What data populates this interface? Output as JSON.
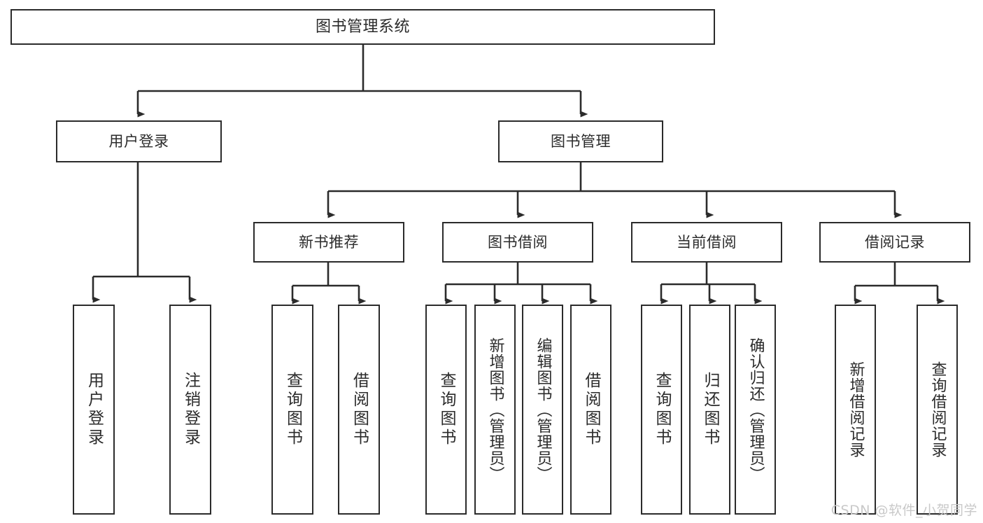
{
  "diagram": {
    "type": "tree-hierarchy",
    "title": "图书管理系统",
    "orientation": "top-down",
    "colors": {
      "border": "#2b2b2b",
      "fill": "#ffffff",
      "text": "#2b2b2b",
      "connector": "#2b2b2b",
      "watermark": "#c9c9c9"
    },
    "nodes": {
      "root": {
        "label": "图书管理系统"
      },
      "level2": [
        {
          "id": "user-login",
          "label": "用户登录"
        },
        {
          "id": "book-manage",
          "label": "图书管理"
        }
      ],
      "level3": [
        {
          "id": "new-book-rec",
          "label": "新书推荐"
        },
        {
          "id": "book-borrow",
          "label": "图书借阅"
        },
        {
          "id": "current-borrow",
          "label": "当前借阅"
        },
        {
          "id": "borrow-record",
          "label": "借阅记录"
        }
      ],
      "leaves": [
        {
          "id": "leaf-user-login",
          "label": "用户登录",
          "parent": "user-login"
        },
        {
          "id": "leaf-logout-login",
          "label": "注销登录",
          "parent": "user-login"
        },
        {
          "id": "leaf-query-book-1",
          "label": "查询图书",
          "parent": "new-book-rec"
        },
        {
          "id": "leaf-borrow-book-1",
          "label": "借阅图书",
          "parent": "new-book-rec"
        },
        {
          "id": "leaf-query-book-2",
          "label": "查询图书",
          "parent": "book-borrow"
        },
        {
          "id": "leaf-add-book",
          "label": "新增图书（管理员）",
          "parent": "book-borrow"
        },
        {
          "id": "leaf-edit-book",
          "label": "编辑图书（管理员）",
          "parent": "book-borrow"
        },
        {
          "id": "leaf-borrow-book-2",
          "label": "借阅图书",
          "parent": "book-borrow"
        },
        {
          "id": "leaf-query-book-3",
          "label": "查询图书",
          "parent": "current-borrow"
        },
        {
          "id": "leaf-return-book",
          "label": "归还图书",
          "parent": "current-borrow"
        },
        {
          "id": "leaf-confirm-return",
          "label": "确认归还（管理员）",
          "parent": "current-borrow"
        },
        {
          "id": "leaf-add-record",
          "label": "新增借阅记录",
          "parent": "borrow-record"
        },
        {
          "id": "leaf-query-record",
          "label": "查询借阅记录",
          "parent": "borrow-record"
        }
      ]
    },
    "watermark": "CSDN @软件_小贺同学"
  }
}
